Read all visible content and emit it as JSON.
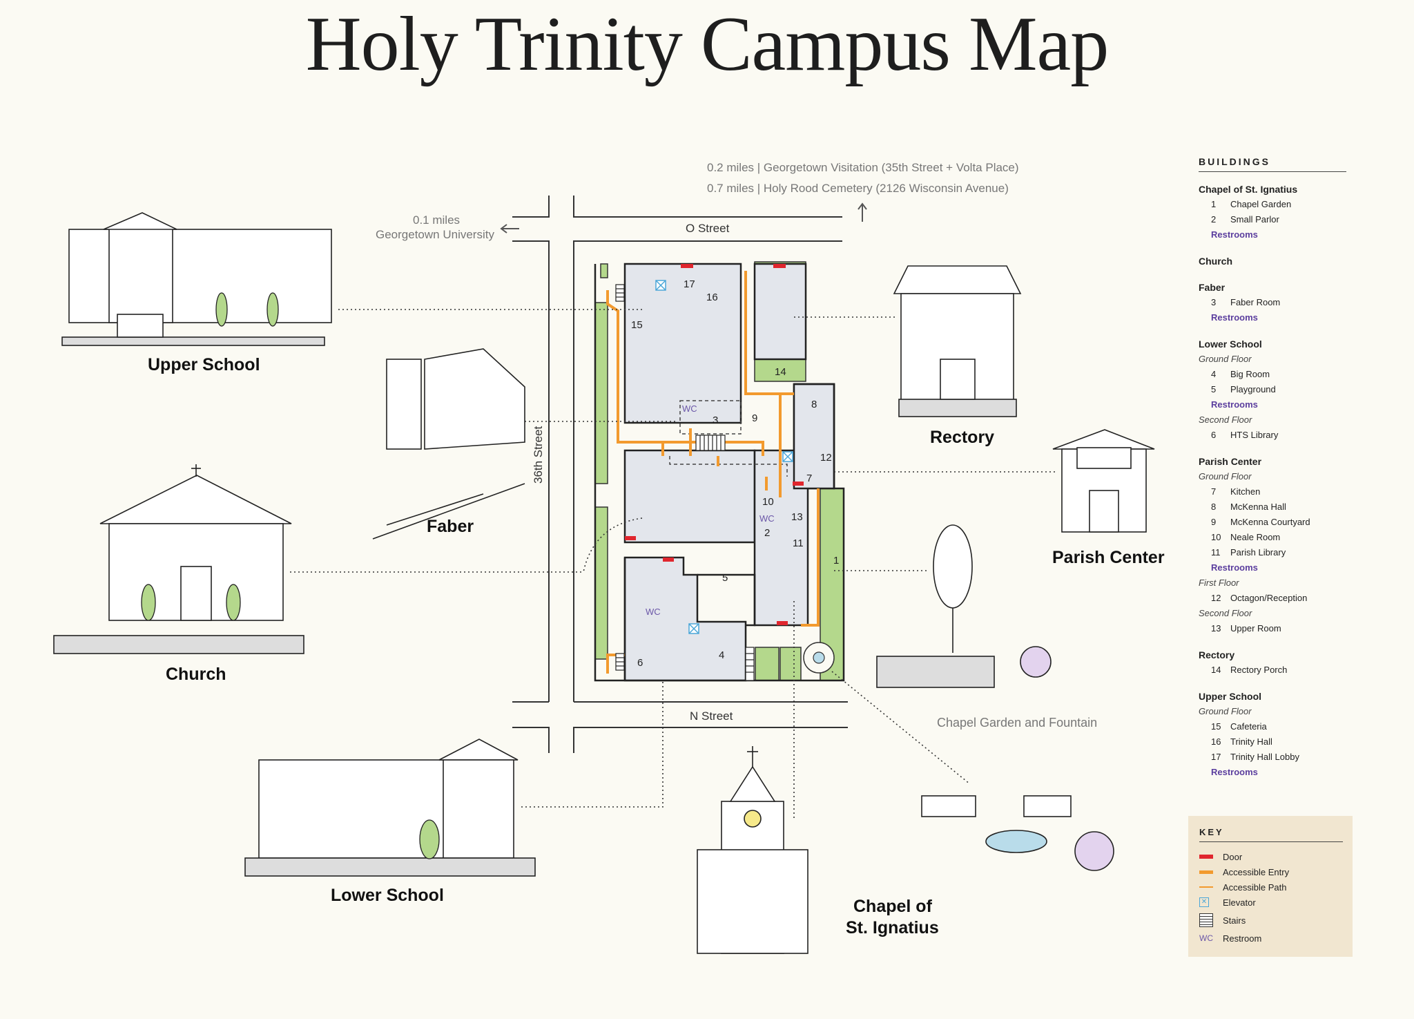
{
  "title": "Holy Trinity Campus Map",
  "distances": {
    "north_1": "0.2 miles  |  Georgetown Visitation (35th Street + Volta Place)",
    "north_2": "0.7 miles  |  Holy Rood Cemetery (2126 Wisconsin Avenue)",
    "west_1": "0.1 miles",
    "west_2": "Georgetown University"
  },
  "streets": {
    "north": "O Street",
    "south": "N Street",
    "west": "36th Street"
  },
  "building_labels": {
    "upper_school": "Upper School",
    "faber": "Faber",
    "church": "Church",
    "lower_school": "Lower School",
    "chapel_1": "Chapel of",
    "chapel_2": "St. Ignatius",
    "rectory": "Rectory",
    "parish_center": "Parish Center",
    "garden": "Chapel Garden and Fountain"
  },
  "map_numbers": [
    "1",
    "2",
    "3",
    "4",
    "5",
    "6",
    "7",
    "8",
    "9",
    "10",
    "11",
    "12",
    "13",
    "14",
    "15",
    "16",
    "17"
  ],
  "map_wc": "WC",
  "legend": {
    "header": "BUILDINGS",
    "buildings": [
      {
        "name": "Chapel of St. Ignatius",
        "rows": [
          {
            "type": "room",
            "num": "1",
            "label": "Chapel Garden"
          },
          {
            "type": "room",
            "num": "2",
            "label": "Small Parlor"
          },
          {
            "type": "restroom",
            "label": "Restrooms"
          }
        ]
      },
      {
        "name": "Church",
        "rows": []
      },
      {
        "name": "Faber",
        "rows": [
          {
            "type": "room",
            "num": "3",
            "label": "Faber Room"
          },
          {
            "type": "restroom",
            "label": "Restrooms"
          }
        ]
      },
      {
        "name": "Lower School",
        "rows": [
          {
            "type": "floor",
            "label": "Ground Floor"
          },
          {
            "type": "room",
            "num": "4",
            "label": "Big Room"
          },
          {
            "type": "room",
            "num": "5",
            "label": "Playground"
          },
          {
            "type": "restroom",
            "label": "Restrooms"
          },
          {
            "type": "floor",
            "label": "Second Floor"
          },
          {
            "type": "room",
            "num": "6",
            "label": "HTS Library"
          }
        ]
      },
      {
        "name": "Parish Center",
        "rows": [
          {
            "type": "floor",
            "label": "Ground Floor"
          },
          {
            "type": "room",
            "num": "7",
            "label": "Kitchen"
          },
          {
            "type": "room",
            "num": "8",
            "label": "McKenna Hall"
          },
          {
            "type": "room",
            "num": "9",
            "label": "McKenna Courtyard"
          },
          {
            "type": "room",
            "num": "10",
            "label": "Neale Room"
          },
          {
            "type": "room",
            "num": "11",
            "label": "Parish Library"
          },
          {
            "type": "restroom",
            "label": "Restrooms"
          },
          {
            "type": "floor",
            "label": "First Floor"
          },
          {
            "type": "room",
            "num": "12",
            "label": "Octagon/Reception"
          },
          {
            "type": "floor",
            "label": "Second Floor"
          },
          {
            "type": "room",
            "num": "13",
            "label": "Upper Room"
          }
        ]
      },
      {
        "name": "Rectory",
        "rows": [
          {
            "type": "room",
            "num": "14",
            "label": "Rectory Porch"
          }
        ]
      },
      {
        "name": "Upper School",
        "rows": [
          {
            "type": "floor",
            "label": "Ground Floor"
          },
          {
            "type": "room",
            "num": "15",
            "label": "Cafeteria"
          },
          {
            "type": "room",
            "num": "16",
            "label": "Trinity Hall"
          },
          {
            "type": "room",
            "num": "17",
            "label": "Trinity Hall Lobby"
          },
          {
            "type": "restroom",
            "label": "Restrooms"
          }
        ]
      }
    ]
  },
  "key": {
    "header": "KEY",
    "items": [
      {
        "symbol": "door",
        "label": "Door"
      },
      {
        "symbol": "accessible-entry",
        "label": "Accessible Entry"
      },
      {
        "symbol": "accessible-path",
        "label": "Accessible Path"
      },
      {
        "symbol": "elevator",
        "label": "Elevator"
      },
      {
        "symbol": "stairs",
        "label": "Stairs"
      },
      {
        "symbol": "wc",
        "label": "Restroom",
        "glyph": "WC"
      }
    ]
  },
  "colors": {
    "building": "#e3e6ec",
    "green": "#b4d88c",
    "door": "#e0262e",
    "accessible": "#f29a2e",
    "wc": "#6b57a8",
    "key_bg": "#f1e6d0"
  }
}
